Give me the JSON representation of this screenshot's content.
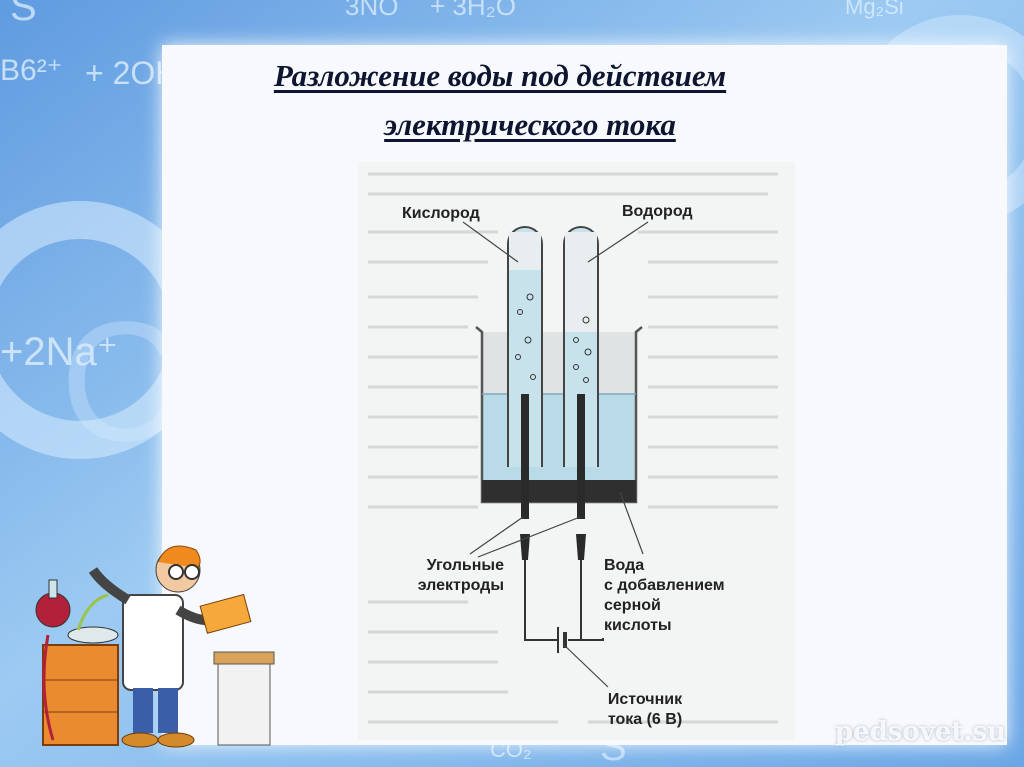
{
  "slide": {
    "title_line1": "Разложение воды под действием",
    "title_line2": "электрического тока"
  },
  "diagram": {
    "labels": {
      "oxygen": "Кислород",
      "hydrogen": "Водород",
      "electrodes_line1": "Угольные",
      "electrodes_line2": "электроды",
      "water_line1": "Вода",
      "water_line2": "с добавлением",
      "water_line3": "серной",
      "water_line4": "кислоты",
      "source_line1": "Источник",
      "source_line2": "тока (6 В)"
    },
    "colors": {
      "water": "#b9dbe8",
      "electrode": "#2a2a2a",
      "glass": "#cfe6ef"
    }
  },
  "background": {
    "formula_fragments": [
      "S",
      "3NO",
      "+ 3H₂O",
      "Mg₂Si",
      "B6²⁺",
      "+ 2OH",
      "+2Na⁺",
      "C",
      "CO₂",
      "S"
    ],
    "colors": {
      "base": "#7fb6e6",
      "light": "#cfe6fb"
    }
  },
  "watermark": "pedsovet.su"
}
